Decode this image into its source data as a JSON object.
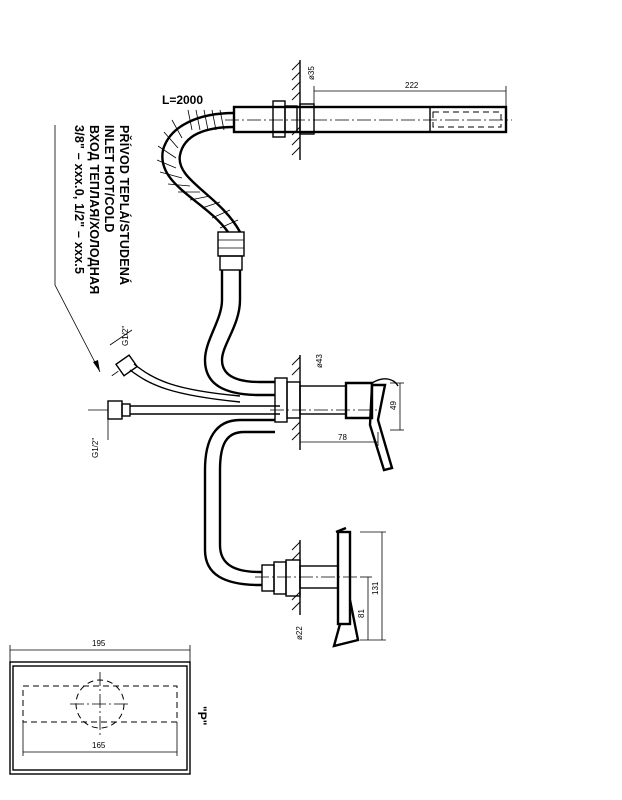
{
  "inlet_label": {
    "line1": "PŘÍVOD TEPLÁ/STUDENÁ",
    "line2": "INLET HOT/COLD",
    "line3": "ВХОД ТЕПЛАЯ/ХОЛОДНАЯ",
    "line4": "3/8\" – xxx.0, 1/2\" – xxx.5"
  },
  "hose_length": "L=2000",
  "dimensions": {
    "d35": "ø35",
    "len222": "222",
    "d43": "ø43",
    "h49": "49",
    "w78": "78",
    "h131": "131",
    "h81": "81",
    "d22": "ø22",
    "w195": "195",
    "w165": "165"
  },
  "threads": {
    "upper": "G1/2\"",
    "lower": "G1/2\""
  },
  "plate_label": "\"P\""
}
